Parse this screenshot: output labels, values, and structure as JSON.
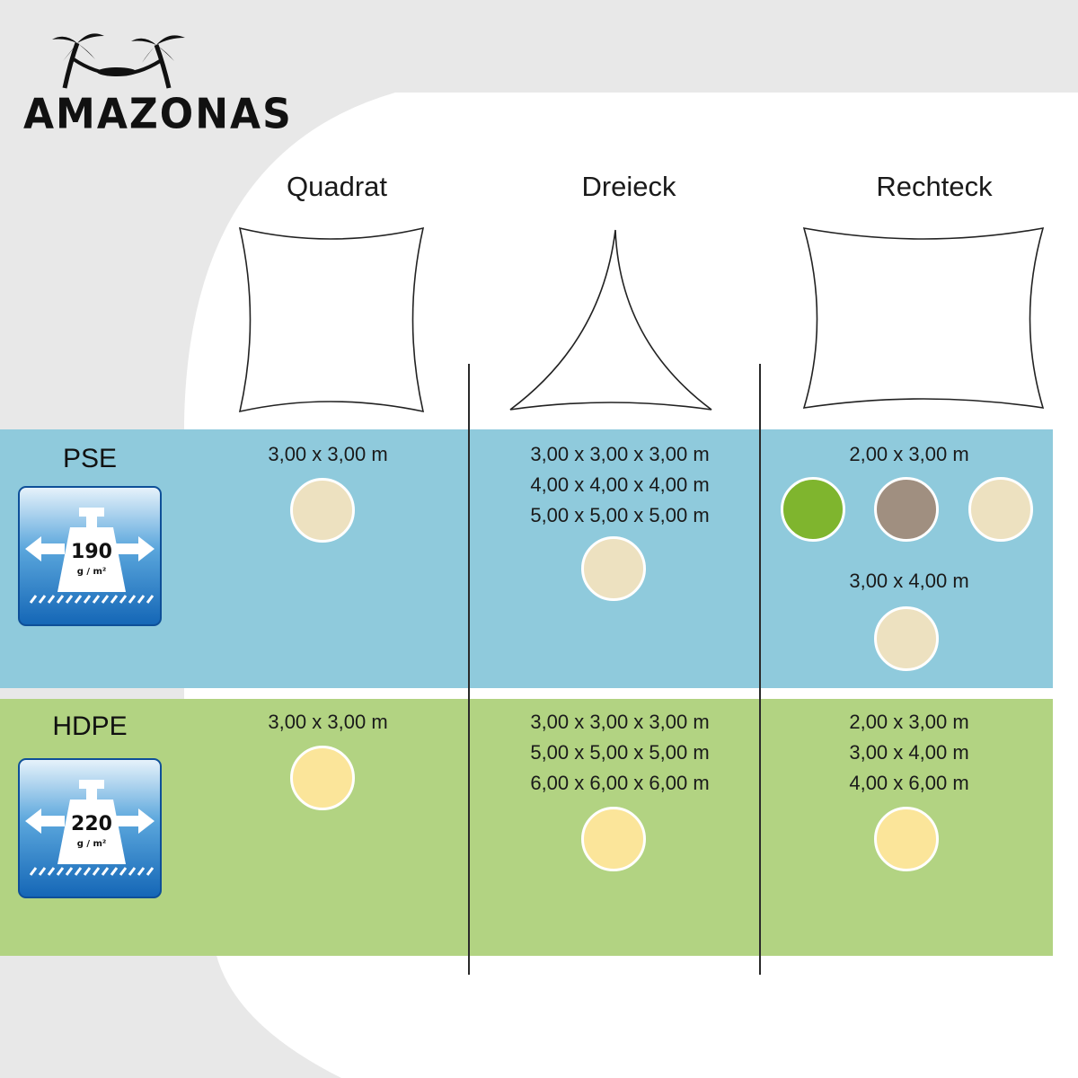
{
  "brand": {
    "name": "AMAZONAS"
  },
  "columns": [
    {
      "title": "Quadrat",
      "shape": "square-icon"
    },
    {
      "title": "Dreieck",
      "shape": "triangle-icon"
    },
    {
      "title": "Rechteck",
      "shape": "rectangle-icon"
    }
  ],
  "materials": [
    {
      "name": "PSE",
      "badge": {
        "weight": "190",
        "unit": "g / m²"
      },
      "band_color": "#8fcadc",
      "quadrat": {
        "sizes": [
          "3,00 x 3,00 m"
        ],
        "colors": [
          "#ede1c0"
        ]
      },
      "dreieck": {
        "sizes": [
          "3,00 x 3,00 x 3,00 m",
          "4,00 x 4,00 x 4,00 m",
          "5,00 x 5,00 x 5,00 m"
        ],
        "colors": [
          "#ede1c0"
        ]
      },
      "rechteck": [
        {
          "sizes": [
            "2,00 x 3,00 m"
          ],
          "colors": [
            "#7fb52e",
            "#a08f80",
            "#ede1c0"
          ]
        },
        {
          "sizes": [
            "3,00 x 4,00 m"
          ],
          "colors": [
            "#ede1c0"
          ]
        }
      ]
    },
    {
      "name": "HDPE",
      "badge": {
        "weight": "220",
        "unit": "g / m²"
      },
      "band_color": "#b2d382",
      "quadrat": {
        "sizes": [
          "3,00 x 3,00 m"
        ],
        "colors": [
          "#fbe59a"
        ]
      },
      "dreieck": {
        "sizes": [
          "3,00 x 3,00 x 3,00 m",
          "5,00 x 5,00 x 5,00 m",
          "6,00 x 6,00 x 6,00 m"
        ],
        "colors": [
          "#fbe59a"
        ]
      },
      "rechteck": {
        "sizes": [
          "2,00 x 3,00 m",
          "3,00 x 4,00 m",
          "4,00 x 6,00 m"
        ],
        "colors": [
          "#fbe59a"
        ]
      }
    }
  ]
}
